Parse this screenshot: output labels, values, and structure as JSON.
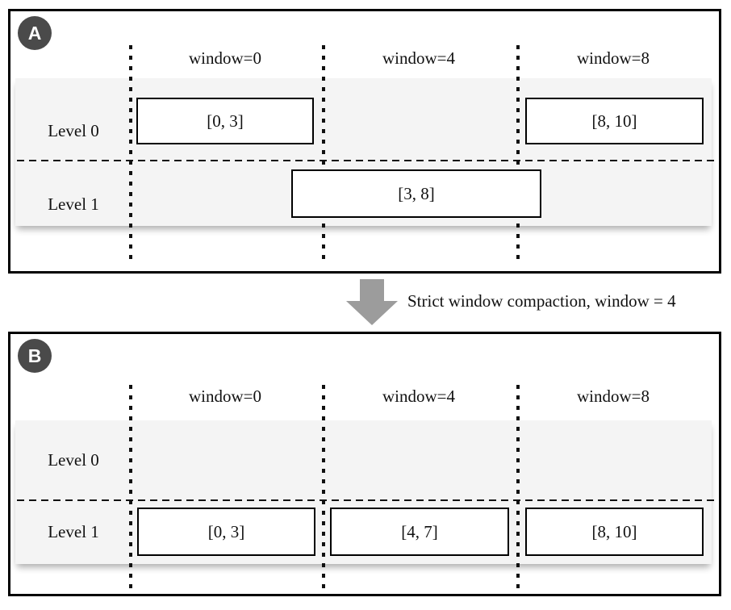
{
  "diagram": {
    "arrow_label": "Strict window compaction, window = 4",
    "colors": {
      "badge": "#4a4a4a",
      "band": "#f4f4f4",
      "arrow": "#9c9c9c"
    },
    "panels": [
      {
        "badge": "A",
        "window_headers": [
          "window=0",
          "window=4",
          "window=8"
        ],
        "levels": [
          {
            "label": "Level 0",
            "sstables": [
              {
                "range": "[0, 3]"
              },
              {
                "range": "[8, 10]"
              }
            ]
          },
          {
            "label": "Level 1",
            "sstables": [
              {
                "range": "[3, 8]"
              }
            ]
          }
        ]
      },
      {
        "badge": "B",
        "window_headers": [
          "window=0",
          "window=4",
          "window=8"
        ],
        "levels": [
          {
            "label": "Level 0",
            "sstables": []
          },
          {
            "label": "Level 1",
            "sstables": [
              {
                "range": "[0, 3]"
              },
              {
                "range": "[4, 7]"
              },
              {
                "range": "[8, 10]"
              }
            ]
          }
        ]
      }
    ]
  }
}
